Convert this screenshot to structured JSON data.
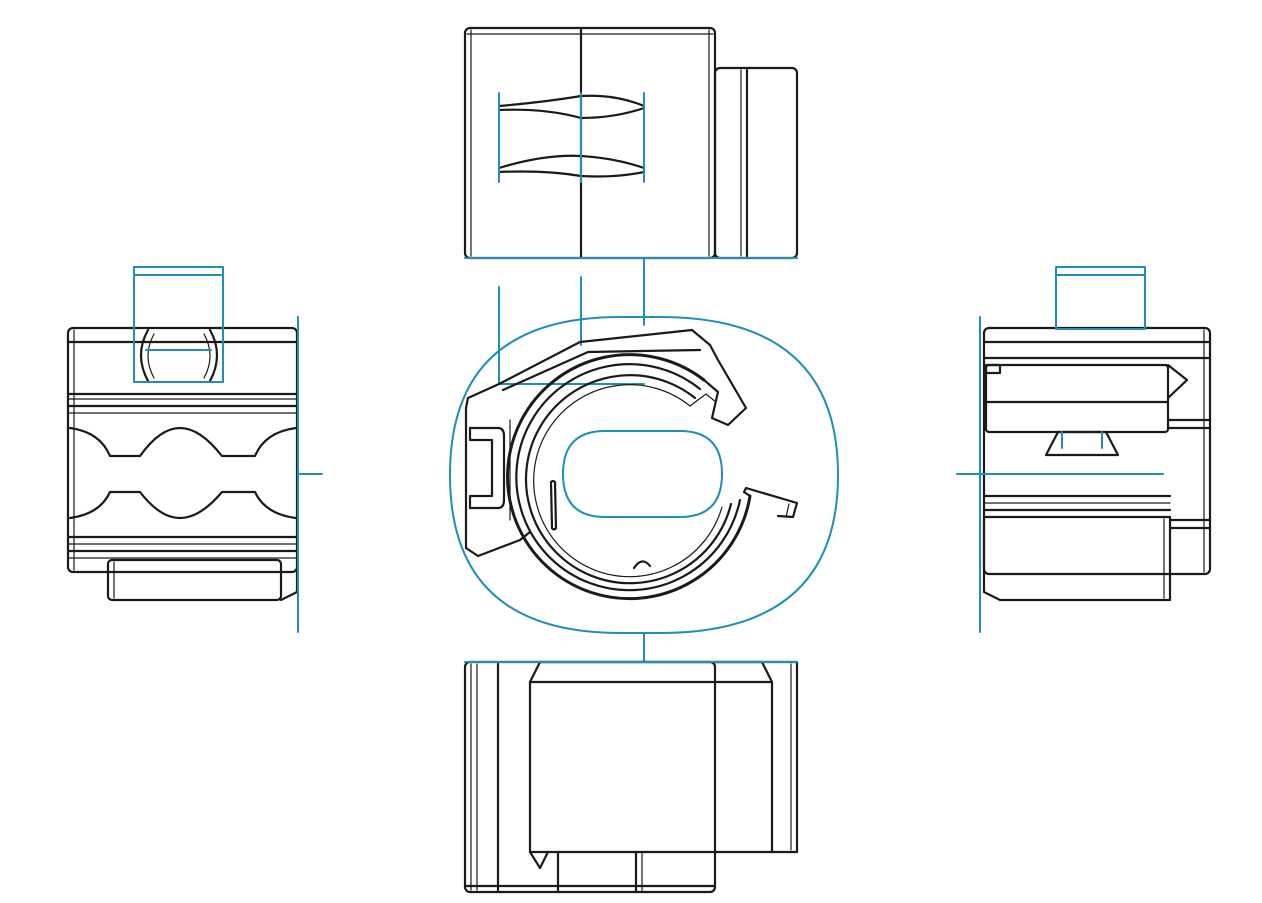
{
  "drawing": {
    "type": "orthographic-multiview",
    "views": [
      "top",
      "front",
      "left",
      "right",
      "bottom"
    ],
    "colors": {
      "background": "#ffffff",
      "ink": "#1a1a1a",
      "reference_lines": "#1f8fb8"
    }
  }
}
